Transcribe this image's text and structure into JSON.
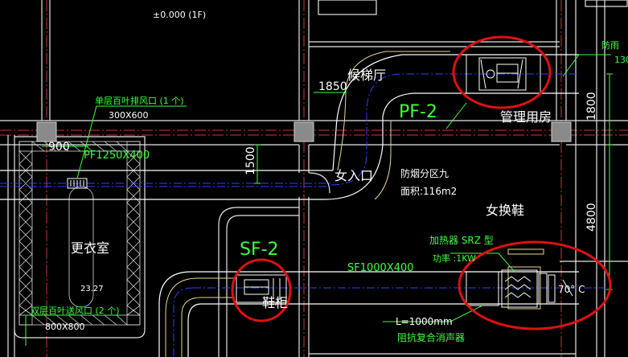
{
  "texts": {
    "elevation": "±0.000  (1F)",
    "dim_1850": "1850",
    "room_elevator_hall": "候梯厅",
    "label_pf2": "PF-2",
    "room_management": "管理用房",
    "partial_right_top": "防雨",
    "partial_right_num": "130",
    "dim_1800": "1800",
    "single_louver": "单层百叶排风口 (1 个)",
    "single_louver_size": "300X600",
    "dim_900": "900",
    "duct_pf": "PF1250X400",
    "dim_1500": "1500",
    "room_women_entry": "女入口",
    "smoke_zone": "防烟分区九",
    "area": "面积:116m2",
    "room_women_shoes": "女换鞋",
    "dim_4800": "4800",
    "room_locker": "更衣室",
    "locker_area": "23.27",
    "label_sf2": "SF-2",
    "heater": "加热器 SRZ 型",
    "power": "功率 :1KW",
    "duct_sf": "SF1000X400",
    "shoe_cabinet": "鞋柜",
    "temp": "70° C",
    "double_louver": "双层百叶送风口 (2 个)",
    "double_louver_size": "800X800",
    "length": "L=1000mm",
    "silencer": "阻抗复合消声器"
  },
  "colors": {
    "background": "#000000",
    "wall": "#e6e6e6",
    "duct": "#ffffff",
    "duct_yellow": "#e8d890",
    "centerline": "#3040ff",
    "grid": "#c83a3a",
    "text_white": "#ffffff",
    "text_green": "#40ff40",
    "text_yellow": "#ffff40",
    "leader": "#40ff40",
    "highlight": "#e01010",
    "column": "#8a8a8a"
  }
}
